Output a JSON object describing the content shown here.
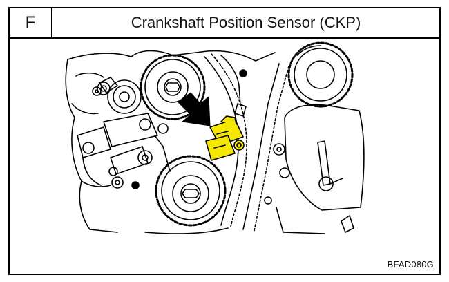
{
  "header": {
    "section_letter": "F",
    "title": "Crankshaft Position Sensor (CKP)"
  },
  "figure": {
    "code": "BFAD080G",
    "highlight_color": "#f5e800",
    "line_color": "#000000"
  }
}
